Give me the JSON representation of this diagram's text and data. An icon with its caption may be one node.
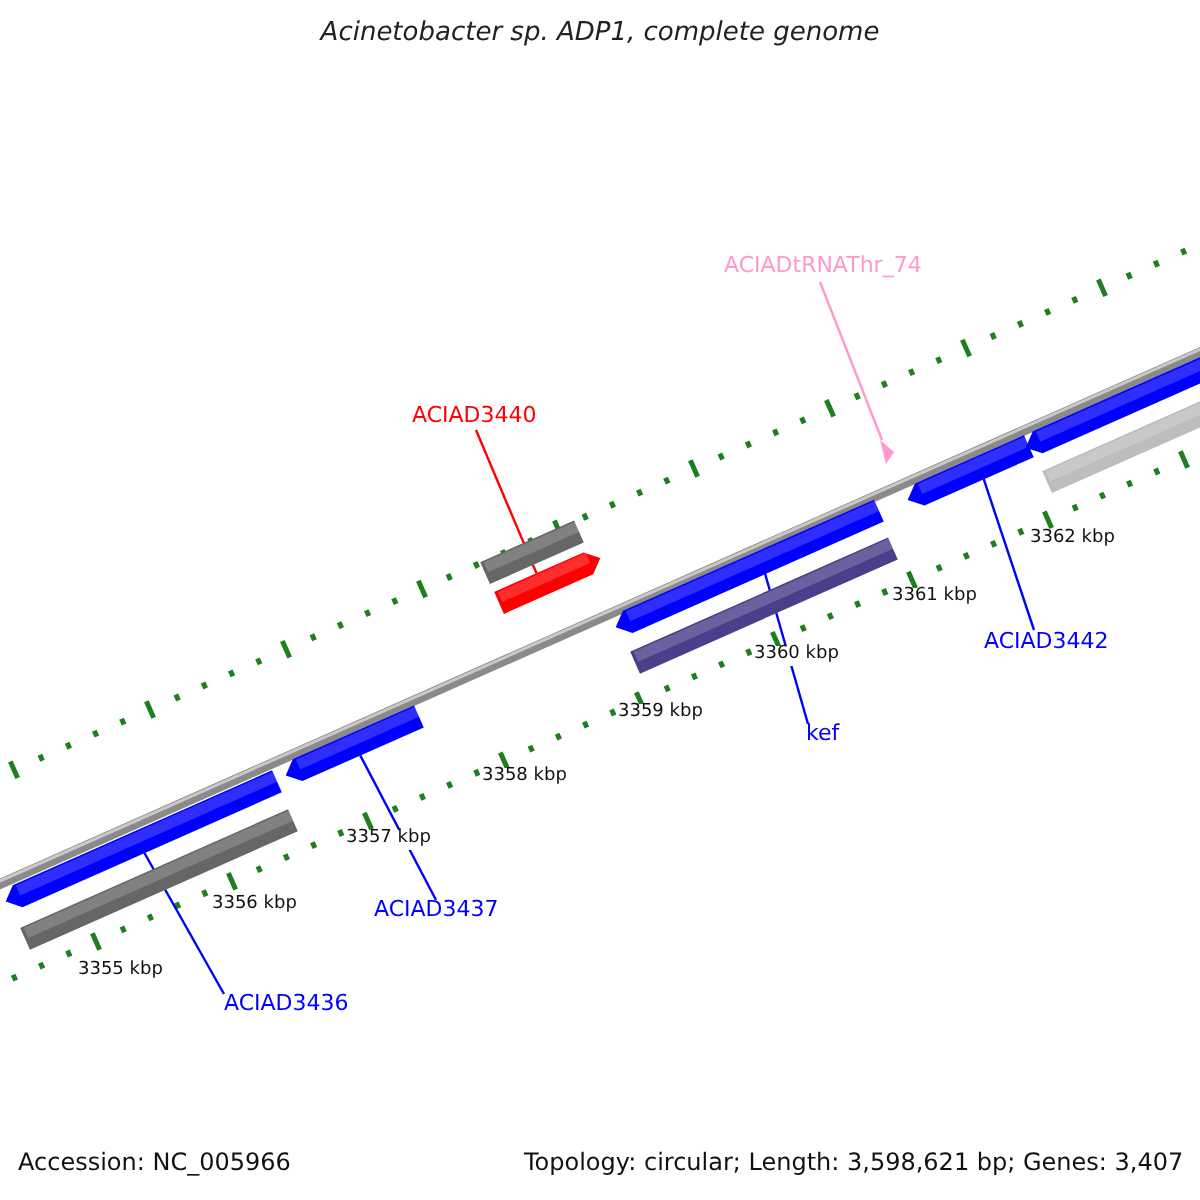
{
  "diagram": {
    "title": "Acinetobacter sp. ADP1, complete genome",
    "nodes": [
      {
        "text": [
          "ACIADtRNAThr_74"
        ]
      },
      {
        "text": [
          "ACIAD3440"
        ]
      },
      {
        "text": [
          "ACIAD3442"
        ]
      },
      {
        "text": [
          "kef"
        ]
      },
      {
        "text": [
          "ACIAD3437"
        ]
      },
      {
        "text": [
          "ACIAD3436"
        ]
      },
      {
        "text": [],
        "shape": "bar"
      },
      {
        "text": [],
        "shape": "bar"
      },
      {
        "text": [],
        "shape": "bar"
      },
      {
        "text": [],
        "shape": "bar"
      },
      {
        "text": [],
        "shape": "bar"
      },
      {
        "text": [],
        "shape": "bar"
      },
      {
        "text": [],
        "shape": "bar"
      },
      {
        "text": [],
        "shape": "triangle"
      },
      {
        "text": [],
        "shape": "bar"
      },
      {
        "text": [],
        "shape": "bar"
      },
      {
        "text": [],
        "shape": "bar"
      }
    ],
    "edges": [
      {
        "from": 0,
        "to": 13,
        "arrow": "none",
        "color": "#ff99cc"
      },
      {
        "from": 1,
        "to": 10,
        "arrow": "none",
        "color": "#ff0000"
      },
      {
        "from": 2,
        "to": 14,
        "arrow": "none"
      },
      {
        "from": 3,
        "to": 11,
        "arrow": "none"
      },
      {
        "from": 4,
        "to": 8,
        "arrow": "none"
      },
      {
        "from": 5,
        "to": 6,
        "arrow": "none"
      }
    ],
    "labels": [
      "3362 kbp",
      "3361 kbp",
      "3360 kbp",
      "3359 kbp",
      "3358 kbp",
      "3357 kbp",
      "3356 kbp",
      "3355 kbp",
      "Accession: NC_005966",
      "Topology: circular; Length: 3,598,621 bp; Genes: 3,407"
    ]
  }
}
